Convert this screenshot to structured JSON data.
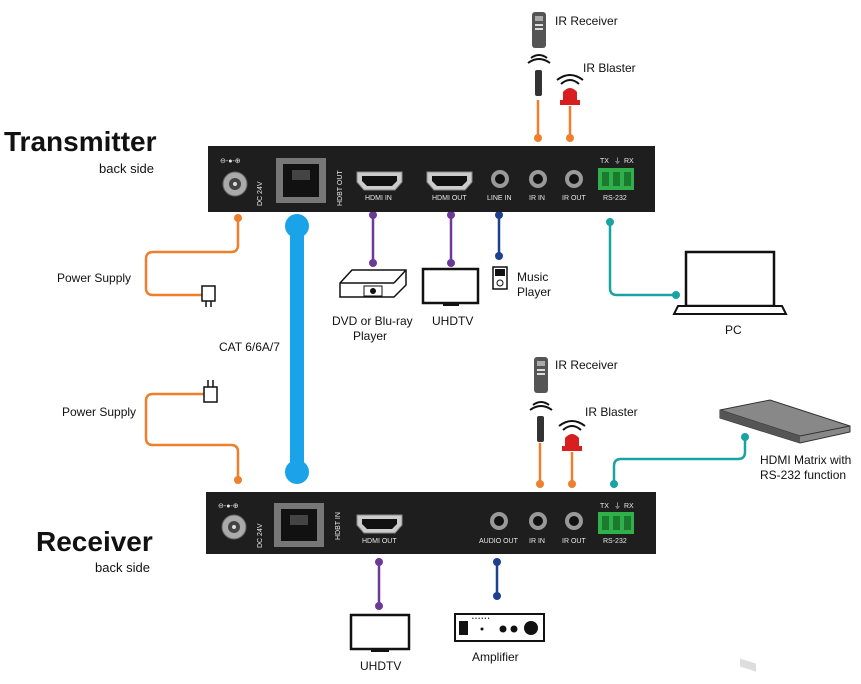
{
  "transmitter": {
    "title": "Transmitter",
    "subtitle": "back side",
    "ports": {
      "dc": "DC 24V",
      "hdbt": "HDBT OUT",
      "hdmi_in": "HDMI IN",
      "hdmi_out": "HDMI OUT",
      "line_in": "LINE IN",
      "ir_in": "IR IN",
      "ir_out": "IR OUT",
      "rs232": "RS-232",
      "tx": "TX",
      "rx": "RX"
    }
  },
  "receiver": {
    "title": "Receiver",
    "subtitle": "back side",
    "ports": {
      "dc": "DC 24V",
      "hdbt": "HDBT IN",
      "hdmi_out": "HDMI OUT",
      "audio_out": "AUDIO OUT",
      "ir_in": "IR IN",
      "ir_out": "IR OUT",
      "rs232": "RS-232",
      "tx": "TX",
      "rx": "RX"
    }
  },
  "devices": {
    "ir_receiver_top": "IR Receiver",
    "ir_blaster_top": "IR Blaster",
    "power_supply_top": "Power Supply",
    "dvd_line1": "DVD or Blu-ray",
    "dvd_line2": "Player",
    "uhdtv_top": "UHDTV",
    "music_line1": "Music",
    "music_line2": "Player",
    "pc": "PC",
    "cat_cable": "CAT 6/6A/7",
    "power_supply_bottom": "Power Supply",
    "ir_receiver_bottom": "IR Receiver",
    "ir_blaster_bottom": "IR Blaster",
    "matrix_line1": "HDMI Matrix with",
    "matrix_line2": "RS-232 function",
    "uhdtv_bottom": "UHDTV",
    "amplifier": "Amplifier"
  },
  "colors": {
    "power": "#ee7f2d",
    "video": "#6a3a96",
    "audio": "#1f3f8f",
    "rs232": "#19a3a3",
    "cat": "#1aa3e8",
    "panel": "#1e1e1e",
    "blaster": "#d81e1e",
    "terminal": "#2fb04a"
  }
}
